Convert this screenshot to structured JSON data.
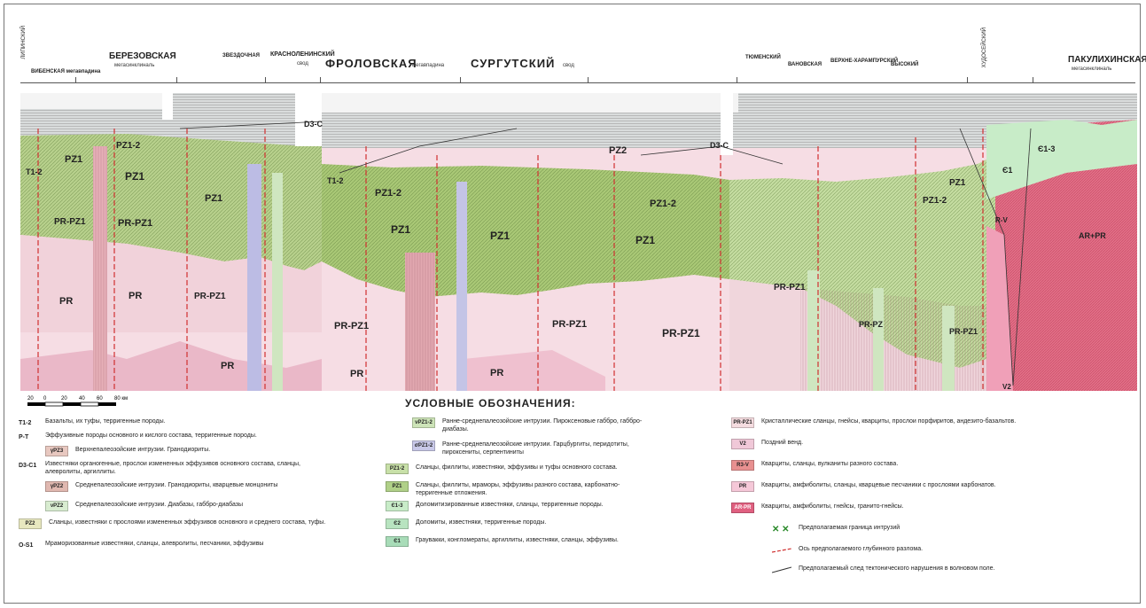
{
  "header": {
    "units": [
      {
        "id": "u1",
        "text": "ЛИПИНСКИЙ",
        "vertical": true
      },
      {
        "id": "u2",
        "text": "ВИБЕНСКАЯ мегавпадина",
        "vertical": false
      },
      {
        "id": "u3",
        "text": "БЕРЕЗОВСКАЯ",
        "vertical": false
      },
      {
        "id": "u4",
        "text": "мегасинклиналь",
        "vertical": false
      },
      {
        "id": "u5",
        "text": "ЗВЕЗДОЧНАЯ",
        "vertical": false
      },
      {
        "id": "u6",
        "text": "КРАСНОЛЕНИНСКИЙ",
        "vertical": false
      },
      {
        "id": "u7",
        "text": "свод",
        "vertical": false
      },
      {
        "id": "u8",
        "text": "ФРОЛОВСКАЯ",
        "vertical": false
      },
      {
        "id": "u9",
        "text": "мегавпадина",
        "vertical": false
      },
      {
        "id": "u10",
        "text": "СУРГУТСКИЙ",
        "vertical": false
      },
      {
        "id": "u11",
        "text": "свод",
        "vertical": false
      },
      {
        "id": "u12",
        "text": "ТЮМЕНСКИЙ",
        "vertical": false
      },
      {
        "id": "u13",
        "text": "ВАНОВСКАЯ",
        "vertical": false
      },
      {
        "id": "u14",
        "text": "ВЕРХНЕ-ХАРАМПУРСКИЙ",
        "vertical": false
      },
      {
        "id": "u15",
        "text": "ВЫСОКИЙ",
        "vertical": false
      },
      {
        "id": "u16",
        "text": "ХУДОСЕЙСКИЙ",
        "vertical": true
      },
      {
        "id": "u17",
        "text": "ПАКУЛИХИНСКАЯ",
        "vertical": false
      },
      {
        "id": "u18",
        "text": "мегасинклиналь",
        "vertical": false
      }
    ]
  },
  "section": {
    "labels": {
      "pz1_a": "PZ1",
      "pz1_b": "PZ1",
      "pz12_a": "PZ1-2",
      "prpz1_a": "PR-PZ1",
      "prpz1_b": "PR-PZ1",
      "pr_a": "PR",
      "pr_b": "PR",
      "pz1_c": "PZ1",
      "prpz1_c": "PR-PZ1",
      "pz1_d": "PZ1",
      "pz12_b": "PZ1-2",
      "pz1_e": "PZ1",
      "pz1_f": "PZ1",
      "pz12_c": "PZ1-2",
      "pz2": "PZ2",
      "d3c": "D3-C",
      "d3c2": "D3-C",
      "prpz1_d": "PR-PZ1",
      "prpz1_e": "PR-PZ1",
      "prpz1_f": "PR-PZ1",
      "pr_c": "PR",
      "pr_d": "PR",
      "pr_e": "PR",
      "t12": "T1-2",
      "t12b": "T1-2",
      "pz12_d": "PZ1-2",
      "pz1_g": "PZ1",
      "prpz1_g": "PR-PZ1",
      "prpz_h": "PR-PZ",
      "prpz1_i": "PR-PZ1",
      "ar": "AR+PR",
      "e13": "Є1-3",
      "e1": "Є1",
      "rv": "R-V",
      "v2": "V2"
    }
  },
  "scale": {
    "ticks": [
      "20",
      "0",
      "20",
      "40",
      "60",
      "80 км"
    ]
  },
  "legend": {
    "title": "УСЛОВНЫЕ ОБОЗНАЧЕНИЯ:",
    "items": [
      {
        "code": "T1-2",
        "text": "Базальты, их туфы, терригенные породы.",
        "color": "#ffffff"
      },
      {
        "code": "P-T",
        "text": "Эффузивные породы основного и кислого состава, терригенные породы.",
        "color": "#ffffff"
      },
      {
        "code": "γPZ3",
        "text": "Верхнепалеозойские интрузии. Гранодиориты.",
        "color": "#e8c8c0"
      },
      {
        "code": "D3-C1",
        "text": "Известняки органогенные, прослои измененных эффузивов основного состава, сланцы, алевролиты, аргиллиты.",
        "color": "#ffffff"
      },
      {
        "code": "γPZ2",
        "text": "Среднепалеозойские интрузии. Гранодиориты, кварцевые монцониты",
        "color": "#e0b8b0"
      },
      {
        "code": "νPZ2",
        "text": "Среднепалеозойские интрузии. Диабазы, габбро-диабазы",
        "color": "#d8ecd0"
      },
      {
        "code": "PZ2",
        "text": "Сланцы, известняки с прослоями измененных эффузивов основного и среднего состава, туфы.",
        "color": "#e8e8c0"
      },
      {
        "code": "O-S1",
        "text": "Мраморизованные известняки, сланцы, алевролиты, песчаники, эффузивы",
        "color": "#ffffff"
      },
      {
        "code": "νPZ1-2",
        "text": "Ранне-среднепалеозойские интрузии. Пироксеновые габбро, габбро-диабазы.",
        "color": "#cde4b8"
      },
      {
        "code": "σPZ1-2",
        "text": "Ранне-среднепалеозойские интрузии. Гарцбургиты, перидотиты, пироксениты, серпентиниты",
        "color": "#c8c8e8"
      },
      {
        "code": "PZ1-2",
        "text": "Сланцы, филлиты, известняки, эффузивы и туфы основного состава.",
        "color": "#c8e0a8"
      },
      {
        "code": "PZ1",
        "text": "Сланцы, филлиты, мраморы, эффузивы разного состава, карбонатно-терригенные отложения.",
        "color": "#b0d088"
      },
      {
        "code": "Є1-3",
        "text": "Доломитизированные известняки, сланцы, терригенные породы.",
        "color": "#c8ecc8"
      },
      {
        "code": "Є2",
        "text": "Доломиты, известняки, терригенные породы.",
        "color": "#b8e4c0"
      },
      {
        "code": "Є1",
        "text": "Граувакки, конгломераты, аргиллиты, известняки, сланцы, эффузивы.",
        "color": "#a8dcb8"
      },
      {
        "code": "PR-PZ1",
        "text": "Кристаллические сланцы, гнейсы, кварциты, прослои порфиритов, андезито-базальтов.",
        "color": "#f5dce0"
      },
      {
        "code": "V2",
        "text": "Поздний венд.",
        "color": "#f0c8d8"
      },
      {
        "code": "R3-V",
        "text": "Кварциты, сланцы, вулканиты разного состава.",
        "color": "#e89090"
      },
      {
        "code": "PR",
        "text": "Кварциты, амфиболиты, сланцы, кварцевые песчаники с прослоями карбонатов.",
        "color": "#f5c8d8"
      },
      {
        "code": "AR-PR",
        "text": "Кварциты, амфиболиты, гнейсы, гранито-гнейсы.",
        "color": "#e06080"
      },
      {
        "code": "",
        "text": "Предполагаемая граница интрузий",
        "color": "#2a8a2a"
      },
      {
        "code": "",
        "text": "Ось предполагаемого глубинного разлома.",
        "color": "#d03030"
      },
      {
        "code": "",
        "text": "Предполагаемый след тектонического нарушения в волновом поле.",
        "color": "#333333"
      }
    ]
  }
}
